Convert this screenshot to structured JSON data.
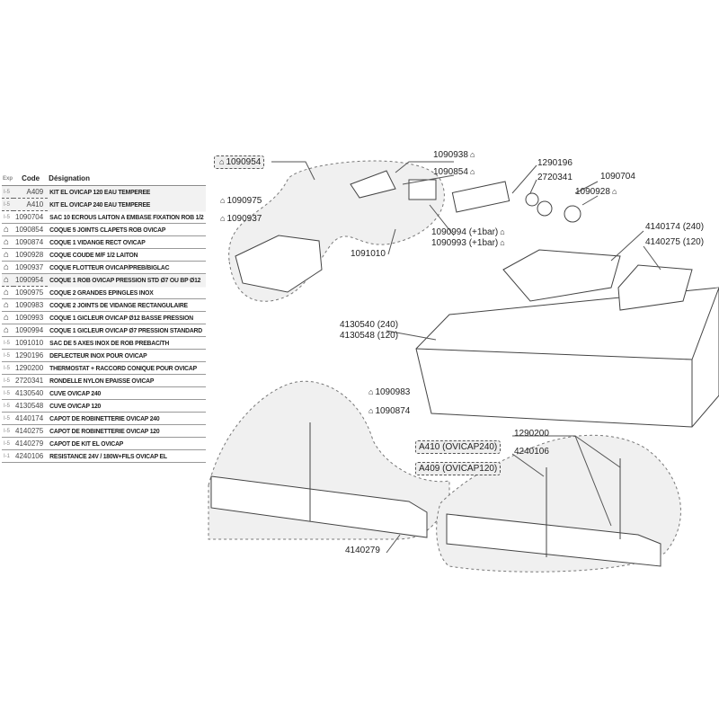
{
  "table": {
    "headers": {
      "exp": "Exp",
      "code": "Code",
      "designation": "Désignation"
    },
    "rows": [
      {
        "exp": "I-5",
        "code": "A409",
        "des": "KIT EL OVICAP 120 EAU TEMPEREE",
        "kit": true
      },
      {
        "exp": "I-5",
        "code": "A410",
        "des": "KIT EL OVICAP 240 EAU TEMPEREE",
        "kit": true
      },
      {
        "exp": "I-5",
        "code": "1090704",
        "des": "SAC 10 ECROUS LAITON A EMBASE FIXATION ROB 1/2"
      },
      {
        "exp": "icon",
        "code": "1090854",
        "des": "COQUE 5 JOINTS CLAPETS ROB OVICAP"
      },
      {
        "exp": "icon",
        "code": "1090874",
        "des": "COQUE 1 VIDANGE RECT OVICAP"
      },
      {
        "exp": "icon",
        "code": "1090928",
        "des": "COQUE COUDE M/F 1/2 LAITON"
      },
      {
        "exp": "icon",
        "code": "1090937",
        "des": "COQUE FLOTTEUR OVICAP/PREB/BIGLAC"
      },
      {
        "exp": "icon",
        "code": "1090954",
        "des": "COQUE 1 ROB OVICAP PRESSION STD Ø7 OU BP Ø12",
        "kit": true
      },
      {
        "exp": "icon",
        "code": "1090975",
        "des": "COQUE 2 GRANDES EPINGLES  INOX"
      },
      {
        "exp": "icon",
        "code": "1090983",
        "des": "COQUE 2 JOINTS DE VIDANGE RECTANGULAIRE"
      },
      {
        "exp": "icon",
        "code": "1090993",
        "des": "COQUE 1 GICLEUR  OVICAP Ø12 BASSE PRESSION"
      },
      {
        "exp": "icon",
        "code": "1090994",
        "des": "COQUE 1 GICLEUR  OVICAP Ø7 PRESSION STANDARD"
      },
      {
        "exp": "I-5",
        "code": "1091010",
        "des": "SAC DE 5 AXES INOX DE ROB PREBAC/TH"
      },
      {
        "exp": "I-5",
        "code": "1290196",
        "des": "DEFLECTEUR INOX POUR OVICAP"
      },
      {
        "exp": "I-5",
        "code": "1290200",
        "des": "THERMOSTAT + RACCORD CONIQUE POUR OVICAP"
      },
      {
        "exp": "I-5",
        "code": "2720341",
        "des": "RONDELLE NYLON EPAISSE OVICAP"
      },
      {
        "exp": "I-5",
        "code": "4130540",
        "des": "CUVE OVICAP 240"
      },
      {
        "exp": "I-5",
        "code": "4130548",
        "des": "CUVE OVICAP 120"
      },
      {
        "exp": "I-5",
        "code": "4140174",
        "des": "CAPOT DE ROBINETTERIE OVICAP 240"
      },
      {
        "exp": "I-5",
        "code": "4140275",
        "des": "CAPOT DE ROBINETTERIE OVICAP 120"
      },
      {
        "exp": "I-5",
        "code": "4140279",
        "des": "CAPOT DE KIT EL OVICAP"
      },
      {
        "exp": "I-1",
        "code": "4240106",
        "des": "RESISTANCE 24V / 180W+FILS OVICAP EL"
      }
    ]
  },
  "callouts": [
    {
      "text": "1090954",
      "icon": true,
      "box": true
    },
    {
      "text": "1090975",
      "icon": true
    },
    {
      "text": "1090937",
      "icon": true
    },
    {
      "text": "1090938",
      "iconAfter": true
    },
    {
      "text": "1090854",
      "iconAfter": true
    },
    {
      "text": "1290196"
    },
    {
      "text": "2720341"
    },
    {
      "text": "1090704"
    },
    {
      "text": "1090928",
      "iconAfter": true
    },
    {
      "text": "1091010"
    },
    {
      "text": "1090994 (+1bar)",
      "iconAfter": true
    },
    {
      "text": "1090993 (+1bar)",
      "iconAfter": true
    },
    {
      "text": "4140174 (240)"
    },
    {
      "text": "4140275 (120)"
    },
    {
      "text": "4130540 (240)"
    },
    {
      "text": "4130548 (120)"
    },
    {
      "text": "1090983",
      "icon": true
    },
    {
      "text": "1090874",
      "icon": true
    },
    {
      "text": "1290200"
    },
    {
      "text": "4240106"
    },
    {
      "text": "A410 (OVICAP240)",
      "box": true
    },
    {
      "text": "A409 (OVICAP120)",
      "box": true
    },
    {
      "text": "4140279"
    }
  ]
}
